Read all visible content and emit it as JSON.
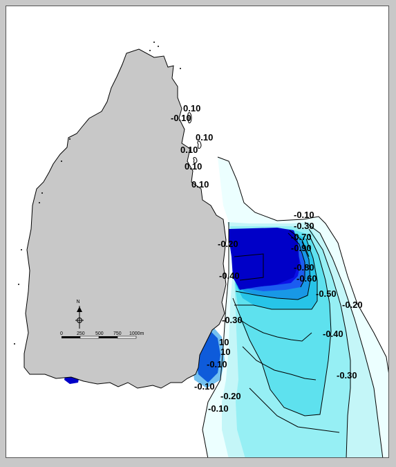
{
  "map": {
    "colors": {
      "page_bg": "#c8c8c8",
      "map_bg": "#ffffff",
      "land": "#c8c8c8",
      "band_0": "#ecffff",
      "band_1": "#c4f6f8",
      "band_2": "#96eff4",
      "band_3": "#5ee1ee",
      "band_4": "#27c4e8",
      "band_5": "#1898e6",
      "band_6": "#1b5cf0",
      "band_7": "#0b10e6",
      "band_deep": "#0000c8",
      "contour_line": "#000000"
    },
    "contour_labels": [
      {
        "id": "l1",
        "text": "0.10"
      },
      {
        "id": "l2",
        "text": "-0.10"
      },
      {
        "id": "l3",
        "text": "0.10"
      },
      {
        "id": "l4",
        "text": "0.10"
      },
      {
        "id": "l5",
        "text": "0.10"
      },
      {
        "id": "l6",
        "text": "0.10"
      },
      {
        "id": "l7",
        "text": "-0.10"
      },
      {
        "id": "l8",
        "text": "-0.30"
      },
      {
        "id": "l9",
        "text": "-0.70"
      },
      {
        "id": "l10",
        "text": "-0.90"
      },
      {
        "id": "l11",
        "text": "-0.80"
      },
      {
        "id": "l12",
        "text": "-0.60"
      },
      {
        "id": "l13",
        "text": "-0.50"
      },
      {
        "id": "l14",
        "text": "-0.20"
      },
      {
        "id": "l15",
        "text": "-0.40"
      },
      {
        "id": "l16",
        "text": "-0.30"
      },
      {
        "id": "l17",
        "text": "-0.20"
      },
      {
        "id": "l18",
        "text": "-0.10"
      },
      {
        "id": "l19",
        "text": "-0.10"
      },
      {
        "id": "l20",
        "text": "-0.20"
      },
      {
        "id": "l21",
        "text": "-0.40"
      },
      {
        "id": "l22",
        "text": "-0.30"
      },
      {
        "id": "l23",
        "text": "10"
      },
      {
        "id": "l24",
        "text": "10"
      },
      {
        "id": "l25",
        "text": "-0.10"
      }
    ],
    "north_arrow": {
      "label": "N"
    },
    "scale_bar": {
      "ticks": [
        "0",
        "250",
        "500",
        "750",
        "1000m"
      ]
    }
  }
}
